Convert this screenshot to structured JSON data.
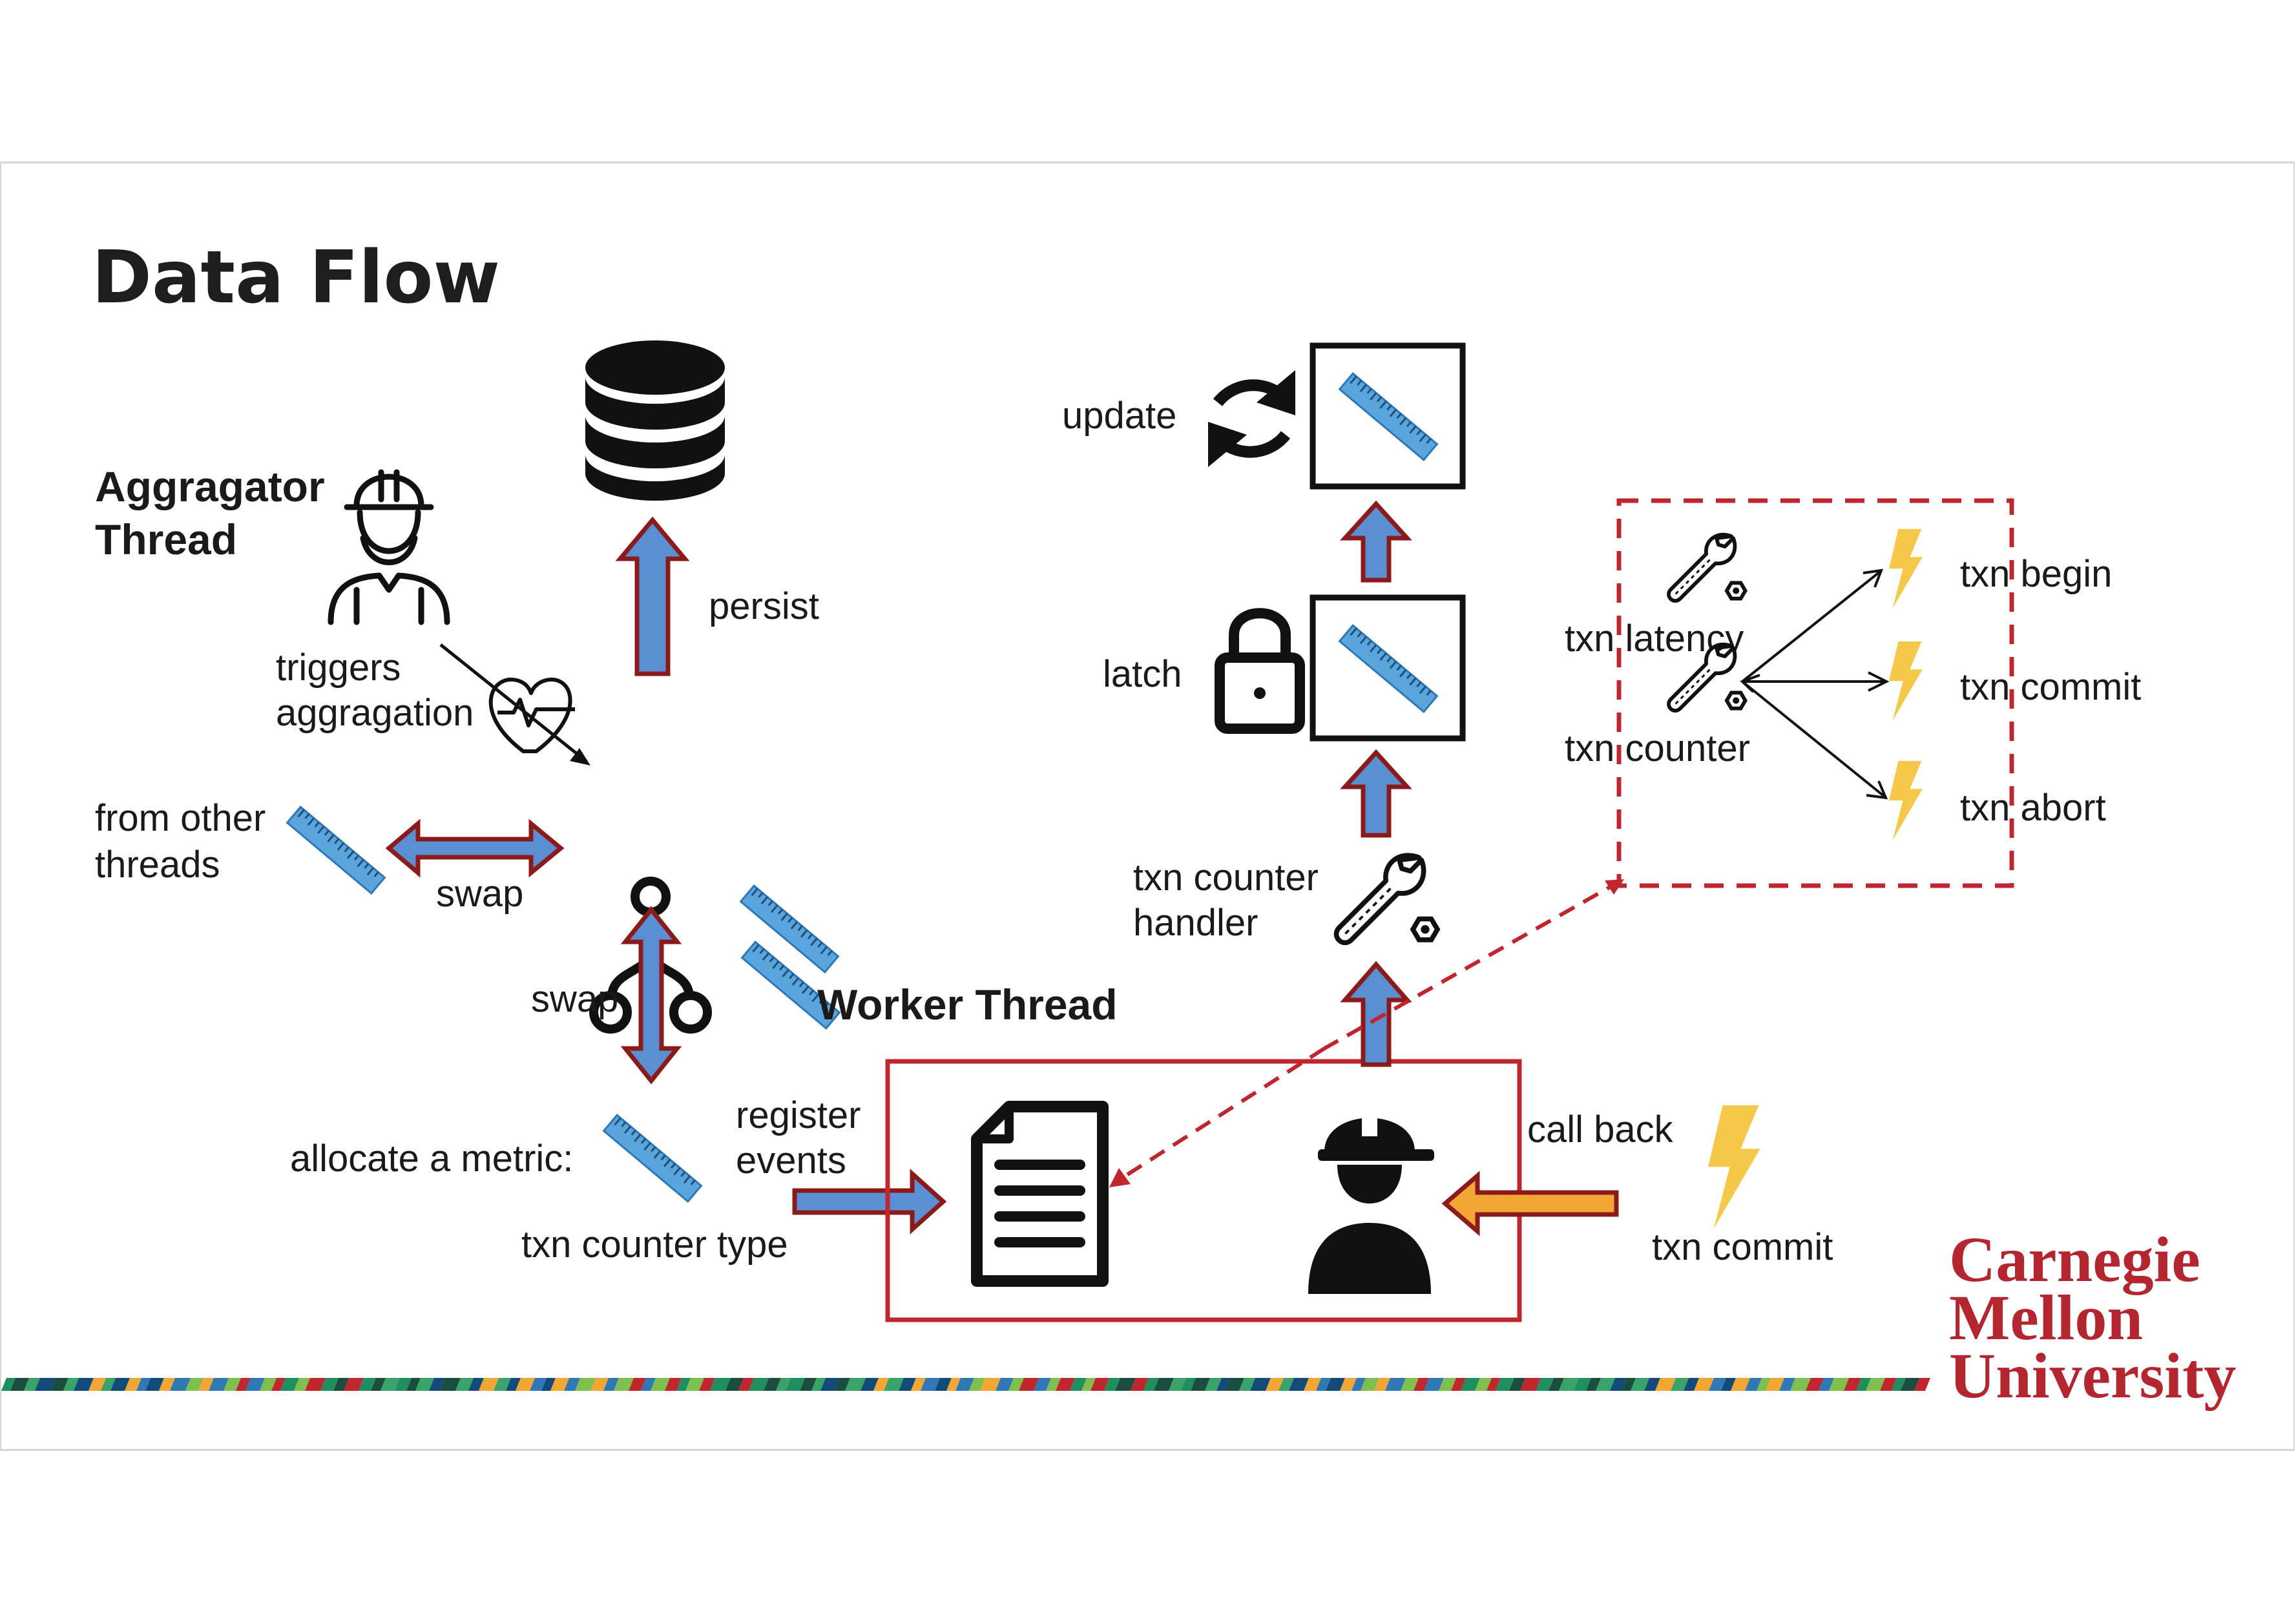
{
  "slide": {
    "title": "Data Flow",
    "brand": {
      "line1": "Carnegie",
      "line2": "Mellon",
      "line3": "University",
      "color": "#b3262f"
    }
  },
  "diagram": {
    "labels": {
      "aggregator_line1": "Aggragator",
      "aggregator_line2": "Thread",
      "persist": "persist",
      "triggers_line1": "triggers",
      "triggers_line2": "aggragation",
      "from_other_line1": "from other",
      "from_other_line2": "threads",
      "swap_horizontal": "swap",
      "swap_vertical": "swap",
      "allocate": "allocate a metric:",
      "counter_type": "txn counter type",
      "register_line1": "register",
      "register_line2": "events",
      "worker_thread": "Worker Thread",
      "update": "update",
      "latch": "latch",
      "handler_line1": "txn counter",
      "handler_line2": "handler",
      "call_back": "call back",
      "bottom_commit": "txn commit",
      "txn_latency": "txn latency",
      "txn_counter": "txn counter",
      "txn_begin": "txn begin",
      "txn_commit": "txn commit",
      "txn_abort": "txn abort"
    },
    "icons": {
      "database": "database-icon",
      "aggregator": "worker-outline-icon",
      "heartbeat": "heartbeat-icon",
      "merge": "merge-icon",
      "ruler": "ruler-icon",
      "refresh": "refresh-icon",
      "lock": "lock-icon",
      "wrench": "wrench-icon",
      "document": "document-icon",
      "worker": "worker-solid-icon",
      "lightning": "lightning-icon"
    },
    "colors": {
      "arrow_fill": "#5b8fd4",
      "arrow_stroke": "#8b1a1a",
      "callback_fill": "#f2a735",
      "box_red": "#c0262d",
      "ruler": "#5aa6dc",
      "lightning": "#f6c84a"
    }
  }
}
